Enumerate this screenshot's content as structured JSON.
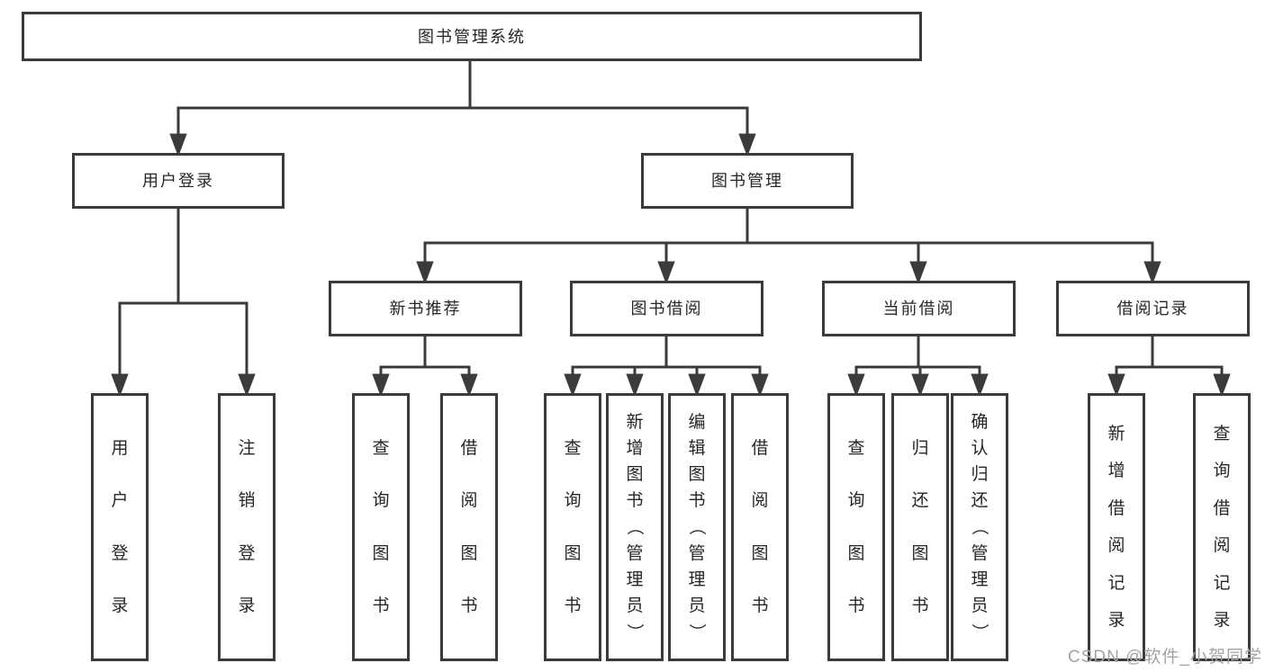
{
  "tree": {
    "label": "图书管理系统",
    "children": [
      {
        "label": "用户登录",
        "children": [
          {
            "label": "用户登录"
          },
          {
            "label": "注销登录"
          }
        ]
      },
      {
        "label": "图书管理",
        "children": [
          {
            "label": "新书推荐",
            "children": [
              {
                "label": "查询图书"
              },
              {
                "label": "借阅图书"
              }
            ]
          },
          {
            "label": "图书借阅",
            "children": [
              {
                "label": "查询图书"
              },
              {
                "label": "新增图书（管理员）"
              },
              {
                "label": "编辑图书（管理员）"
              },
              {
                "label": "借阅图书"
              }
            ]
          },
          {
            "label": "当前借阅",
            "children": [
              {
                "label": "查询图书"
              },
              {
                "label": "归还图书"
              },
              {
                "label": "确认归还（管理员）"
              }
            ]
          },
          {
            "label": "借阅记录",
            "children": [
              {
                "label": "新增借阅记录"
              },
              {
                "label": "查询借阅记录"
              }
            ]
          }
        ]
      }
    ]
  },
  "watermark": {
    "text": "CSDN @软件_小贺同学"
  },
  "colors": {
    "line": "#3b3b3b",
    "box_border": "#3b3b3b",
    "text": "#262626",
    "watermark": "#a3a3a3",
    "background": "#ffffff"
  }
}
